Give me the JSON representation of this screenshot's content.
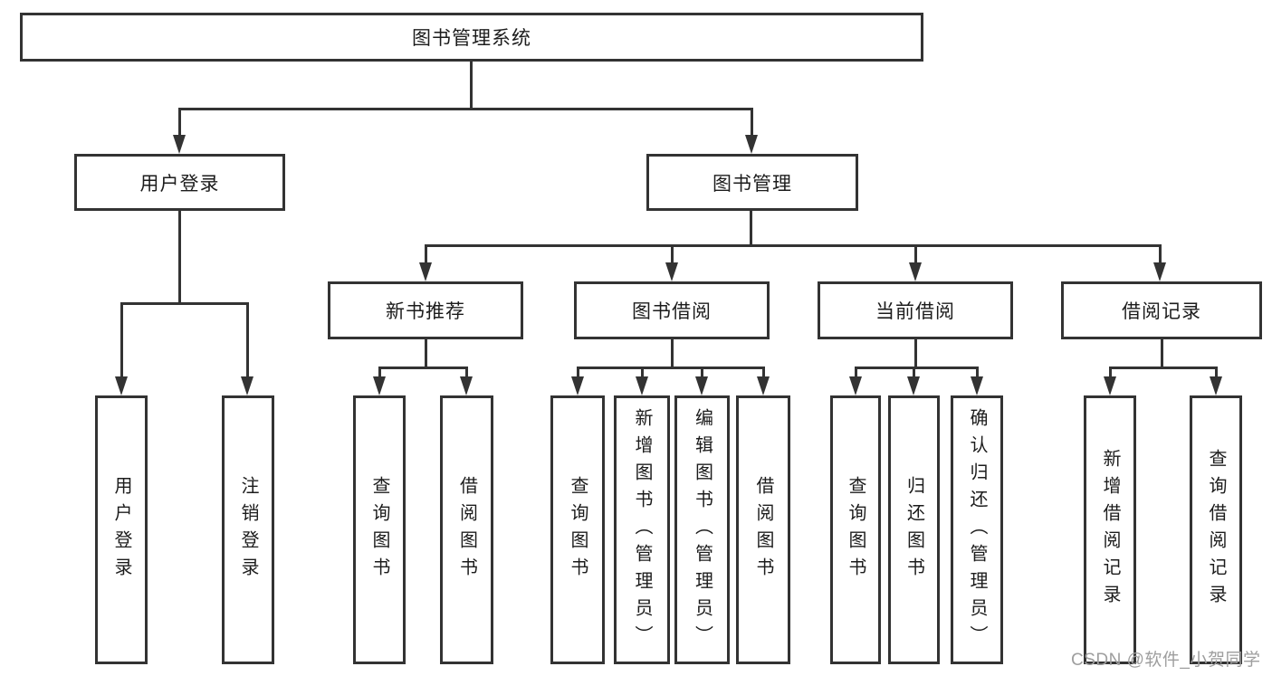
{
  "tree": {
    "root_label": "图书管理系统",
    "level2": [
      {
        "label": "用户登录",
        "children": [
          {
            "label": "用户登录"
          },
          {
            "label": "注销登录"
          }
        ]
      },
      {
        "label": "图书管理",
        "children": [
          {
            "label": "新书推荐",
            "children": [
              {
                "label": "查询图书"
              },
              {
                "label": "借阅图书"
              }
            ]
          },
          {
            "label": "图书借阅",
            "children": [
              {
                "label": "查询图书"
              },
              {
                "label": "新增图书（管理员）"
              },
              {
                "label": "编辑图书（管理员）"
              },
              {
                "label": "借阅图书"
              }
            ]
          },
          {
            "label": "当前借阅",
            "children": [
              {
                "label": "查询图书"
              },
              {
                "label": "归还图书"
              },
              {
                "label": "确认归还（管理员）"
              }
            ]
          },
          {
            "label": "借阅记录",
            "children": [
              {
                "label": "新增借阅记录"
              },
              {
                "label": "查询借阅记录"
              }
            ]
          }
        ]
      }
    ]
  },
  "watermark": "CSDN @软件_小贺同学",
  "colors": {
    "line": "#333333",
    "text": "#1c1c1c",
    "background": "#ffffff",
    "watermark": "#9e9e9e"
  }
}
